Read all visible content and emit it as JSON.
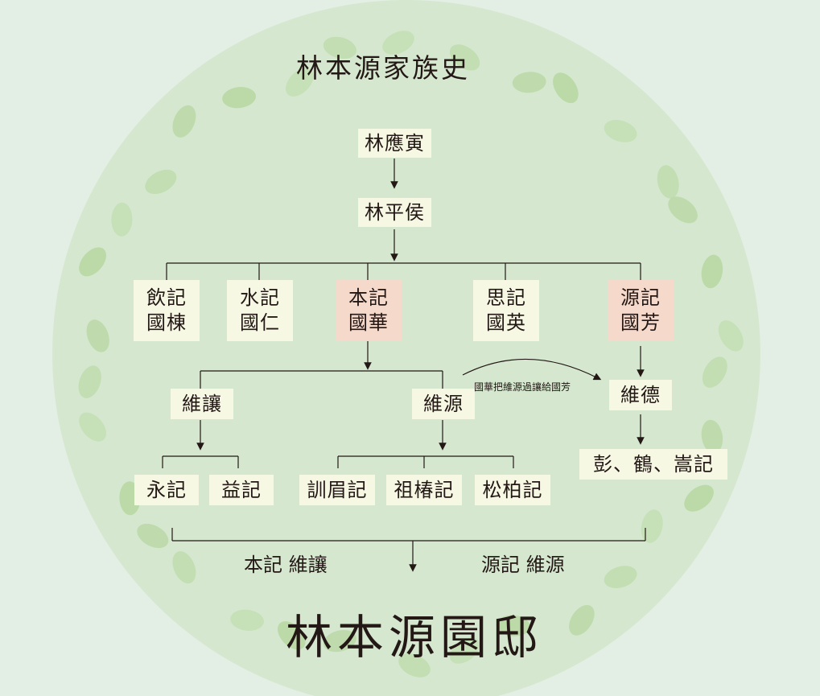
{
  "title": "林本源家族史",
  "footer_title": "林本源園邸",
  "colors": {
    "background": "#e3efe4",
    "circle": "#d5e8cf",
    "leaf": "#b9d8a4",
    "box": "#f6f8e4",
    "box_highlight": "#f5d9cb",
    "line": "#231815"
  },
  "generation1": "林應寅",
  "generation2": "林平侯",
  "branches": [
    {
      "line1": "飲記",
      "line2": "國棟"
    },
    {
      "line1": "水記",
      "line2": "國仁"
    },
    {
      "line1": "本記",
      "line2": "國華"
    },
    {
      "line1": "思記",
      "line2": "國英"
    },
    {
      "line1": "源記",
      "line2": "國芳"
    }
  ],
  "weirang": "維讓",
  "weiyuan": "維源",
  "weide": "維德",
  "transfer_note": "國華把維源過讓給國芳",
  "weirang_children": [
    "永記",
    "益記"
  ],
  "weiyuan_children": [
    "訓眉記",
    "祖椿記",
    "松柏記"
  ],
  "weide_children": "彭、鶴、嵩記",
  "merge_left": "本記 維讓",
  "merge_right": "源記 維源"
}
